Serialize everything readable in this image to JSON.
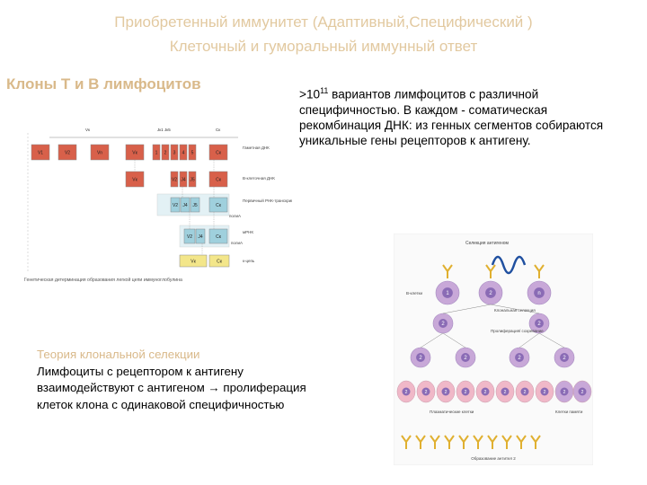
{
  "header": {
    "line1": "Приобретенный иммунитет (Адаптивный,Специфический )",
    "line2": "Клеточный и гуморальный иммунный ответ"
  },
  "section_title": "Клоны Т и В лимфоцитов",
  "right_text": {
    "base": ">10",
    "exponent": "11",
    "body": " вариантов лимфоцитов с различной специфичностью. В каждом - соматическая рекомбинация ДНК: из генных сегментов собираются уникальные гены рецепторов к антигену."
  },
  "left_text": {
    "heading": "Теория клональной селекции",
    "body": "Лимфоциты с рецептором к антигену взаимодействуют с антигеном → пролиферация клеток клона с одинаковой специфичностью"
  },
  "gene_figure": {
    "top_labels": [
      "Vк",
      "Jк1 Jк5",
      "Cк"
    ],
    "row1": [
      "V1",
      "V2",
      "Vn",
      "Vк",
      "1",
      "2",
      "3",
      "4",
      "5",
      "Cк"
    ],
    "row1_label": "Гаметная ДНК",
    "row2": [
      "Vк",
      "V2",
      "J4",
      "J5",
      "Cк"
    ],
    "row2_label": "В-клеточная ДНК",
    "row3": [
      "V2",
      "J4",
      "J5",
      "Cк"
    ],
    "row3_label": "Первичный РНК-транскрипт",
    "row3_sub": "полиА",
    "row4": [
      "V2",
      "J4",
      "Cк"
    ],
    "row4_label": "мРНК",
    "row4_sub": "полиА",
    "row5": [
      "Vк",
      "Cк"
    ],
    "row5_label": "к-цепь",
    "caption": "Генетическая детерминация образования легкой цепи иммуноглобулина"
  },
  "clonal_figure": {
    "top_label": "Селекция антигеном",
    "b_cells_label": "В-клетки",
    "b_cells": [
      "1",
      "2",
      "n"
    ],
    "selection_label": "Клональная селекция",
    "level2": [
      "2",
      "2"
    ],
    "proliferation_label": "Пролиферация/ созревание",
    "level3": [
      "2",
      "2",
      "2",
      "2"
    ],
    "level4": [
      "2",
      "2",
      "2",
      "2",
      "2",
      "2",
      "2",
      "2",
      "2",
      "2"
    ],
    "plasma_label": "Плазматические клетки",
    "memory_label": "Клетки памяти",
    "bottom_label": "Образование антител 2",
    "colors": {
      "cell_outer": "#c8a8d8",
      "cell_inner": "#8a6bb5",
      "plasma": "#f0b8c8",
      "antibody": "#e0b030",
      "antigen": "#2050a0"
    }
  }
}
